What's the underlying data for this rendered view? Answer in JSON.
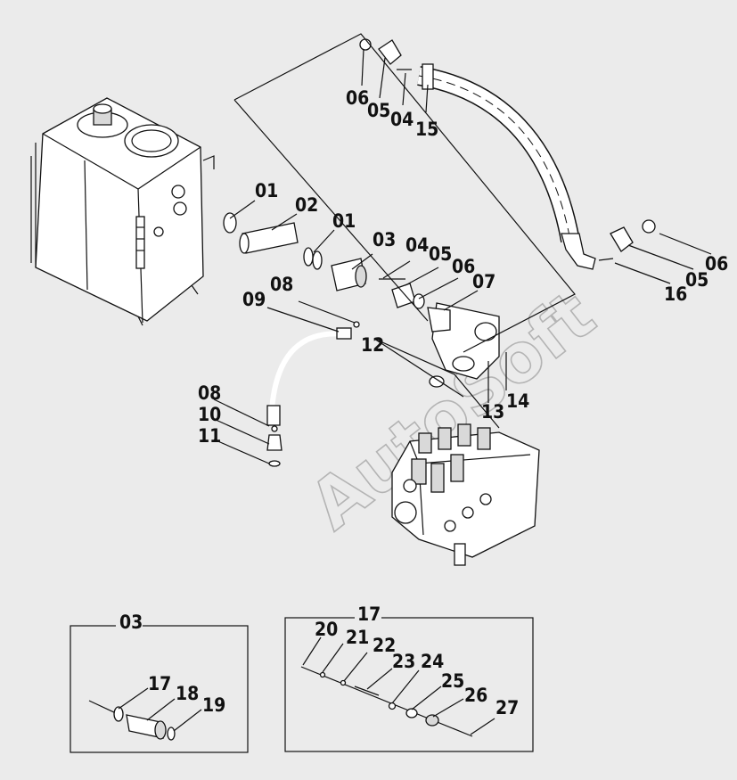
{
  "callouts": {
    "c01a": "01",
    "c02": "02",
    "c01b": "01",
    "c03": "03",
    "c04a": "04",
    "c05a": "05",
    "c06a": "06",
    "c07": "07",
    "c08a": "08",
    "c09": "09",
    "c12": "12",
    "c13": "13",
    "c14": "14",
    "c08b": "08",
    "c10": "10",
    "c11": "11",
    "c06b": "06",
    "c05b": "05",
    "c04b": "04",
    "c15": "15",
    "c06c": "06",
    "c05c": "05",
    "c16": "16"
  },
  "inset_03": {
    "title": "03",
    "labels": {
      "l17": "17",
      "l18": "18",
      "l19": "19"
    }
  },
  "inset_17": {
    "title": "17",
    "labels": {
      "l20": "20",
      "l21": "21",
      "l22": "22",
      "l23": "23",
      "l24": "24",
      "l25": "25",
      "l26": "26",
      "l27": "27"
    }
  },
  "watermark": "AutoSoft"
}
